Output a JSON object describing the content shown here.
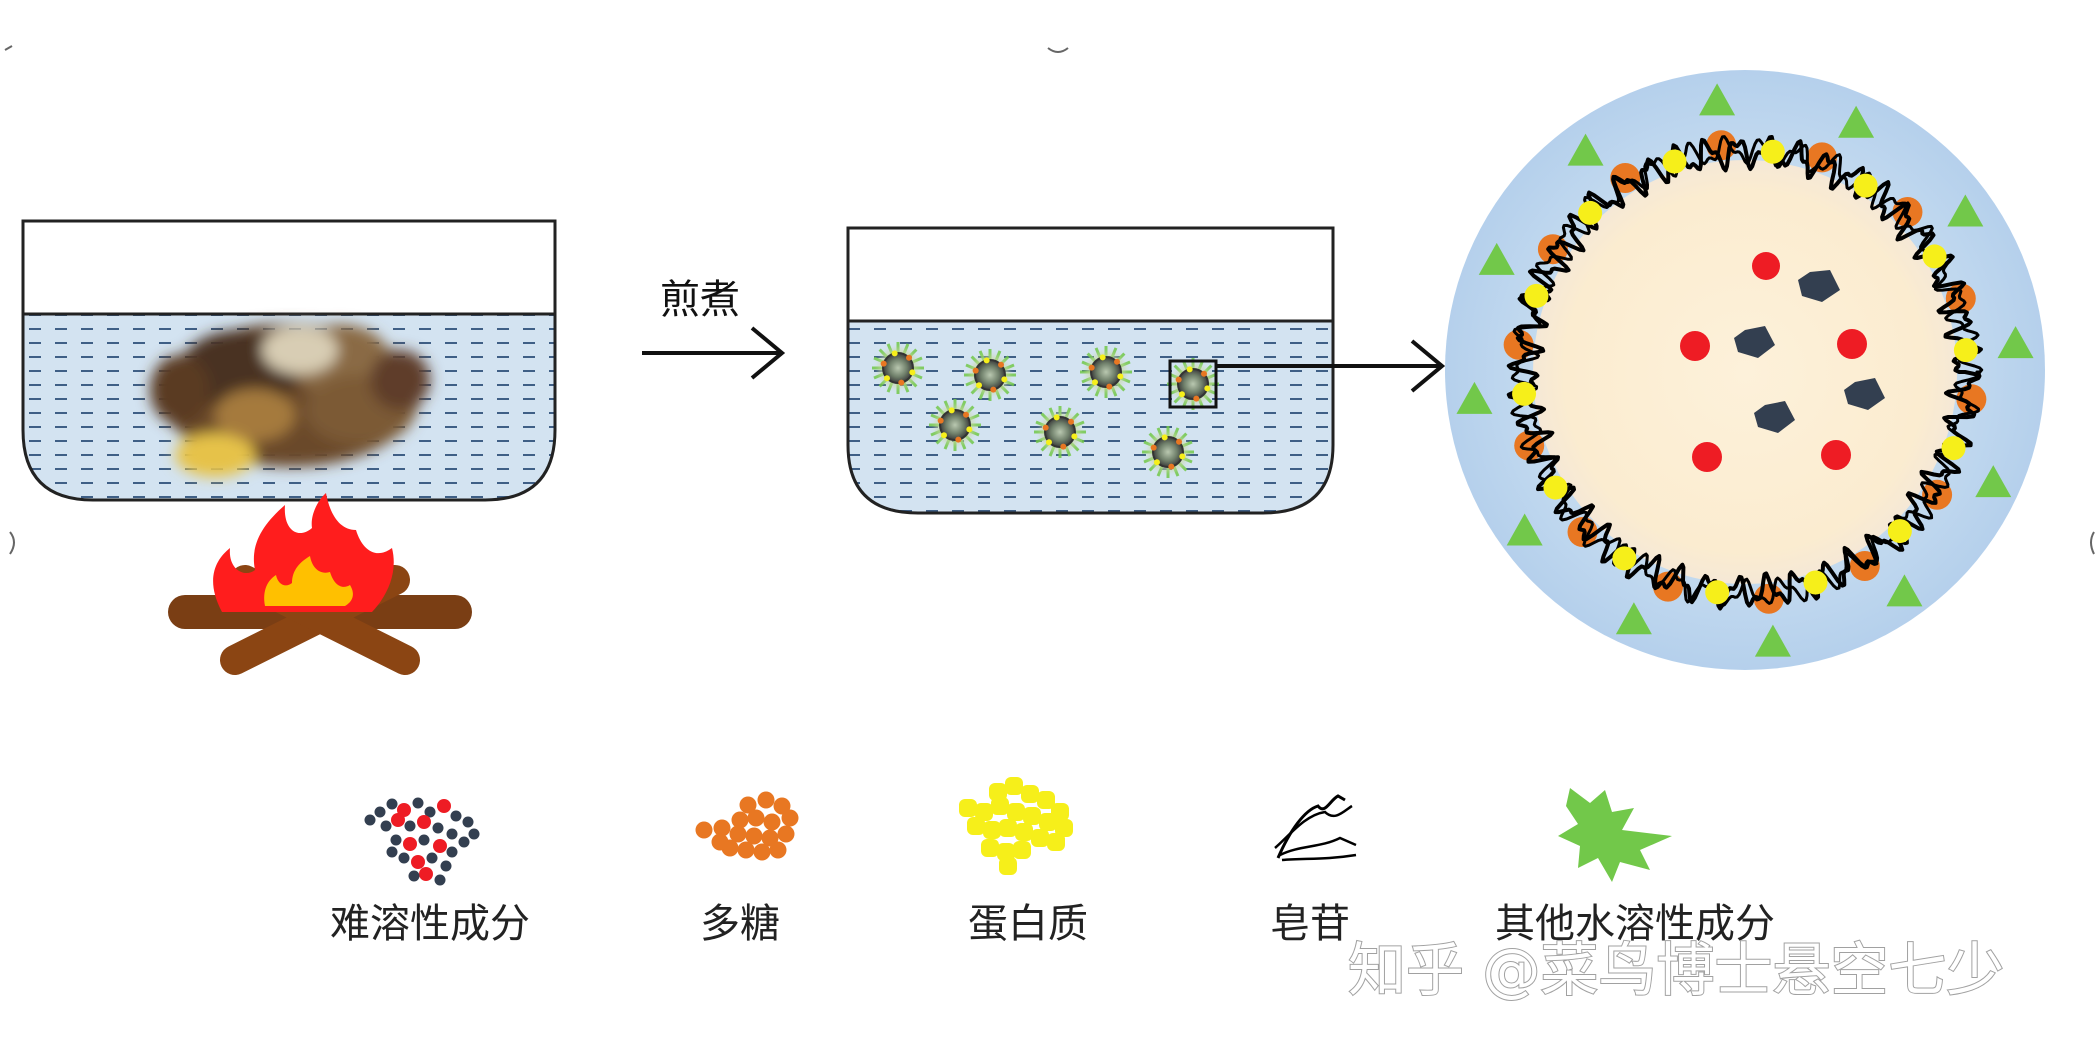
{
  "process": {
    "arrow_label": "煎煮"
  },
  "legend": {
    "items": [
      {
        "label": "难溶性成分"
      },
      {
        "label": "多糖"
      },
      {
        "label": "蛋白质"
      },
      {
        "label": "皂苷"
      },
      {
        "label": "其他水溶性成分"
      }
    ]
  },
  "watermark": {
    "text": "知乎 @菜鸟博士悬空七少"
  },
  "colors": {
    "water": "#cfe0ef",
    "water_dash": "#3f5f86",
    "halo": "#bcd5ee",
    "core": "#fbefd6",
    "insoluble_red": "#ee1c24",
    "insoluble_dark": "#333f50",
    "polysaccharide": "#e87722",
    "protein": "#f6ef1a",
    "other_soluble": "#72c84a",
    "fire_red": "#ff1d1d",
    "fire_yellow": "#ffc000",
    "log": "#8b4513"
  }
}
